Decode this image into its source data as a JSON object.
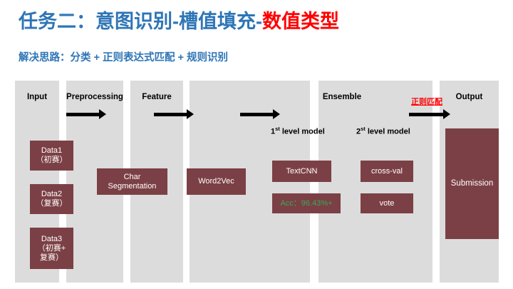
{
  "slide": {
    "title_main": "任务二：意图识别-槽值填充-",
    "title_highlight": "数值类型",
    "subtitle": "解决思路：分类 + 正则表达式匹配 + 规则识别",
    "background_color": "#ffffff",
    "accent_blue": "#2e75b6",
    "accent_red": "#ff0000",
    "panel_gray": "#dcdcdc",
    "box_maroon": "#7b4045",
    "metric_green": "#3aa856"
  },
  "pipeline": {
    "stages": [
      {
        "id": "input",
        "header": "Input",
        "boxes": [
          {
            "label": "Data1\n（初赛）",
            "line1": "Data1",
            "line2": "（初赛）"
          },
          {
            "label": "Data2\n（复赛）",
            "line1": "Data2",
            "line2": "（复赛）"
          },
          {
            "label": "Data3\n（初赛+复赛）",
            "line1": "Data3",
            "line2": "（初赛+",
            "line3": "复赛）"
          }
        ]
      },
      {
        "id": "preprocessing",
        "header": "Preprocessing",
        "boxes": [
          {
            "line1": "Char",
            "line2": "Segmentation"
          }
        ]
      },
      {
        "id": "feature",
        "header": "Feature",
        "boxes": [
          {
            "line1": "Word2Vec"
          }
        ]
      },
      {
        "id": "ensemble",
        "header": "Ensemble",
        "sublabels": [
          {
            "prefix": "1",
            "sup": "st",
            "suffix": " level model"
          },
          {
            "prefix": "2",
            "sup": "st",
            "suffix": " level model"
          }
        ],
        "first_level": [
          {
            "line1": "TextCNN"
          },
          {
            "line1": "Acc：96.43%+",
            "metric": true
          }
        ],
        "second_level": [
          {
            "line1": "cross-val"
          },
          {
            "line1": "vote"
          }
        ]
      },
      {
        "id": "output",
        "header": "Output",
        "boxes": [
          {
            "line1": "Submission"
          }
        ]
      }
    ],
    "annotations": [
      {
        "id": "regex-match",
        "text": "正则匹配"
      }
    ]
  }
}
